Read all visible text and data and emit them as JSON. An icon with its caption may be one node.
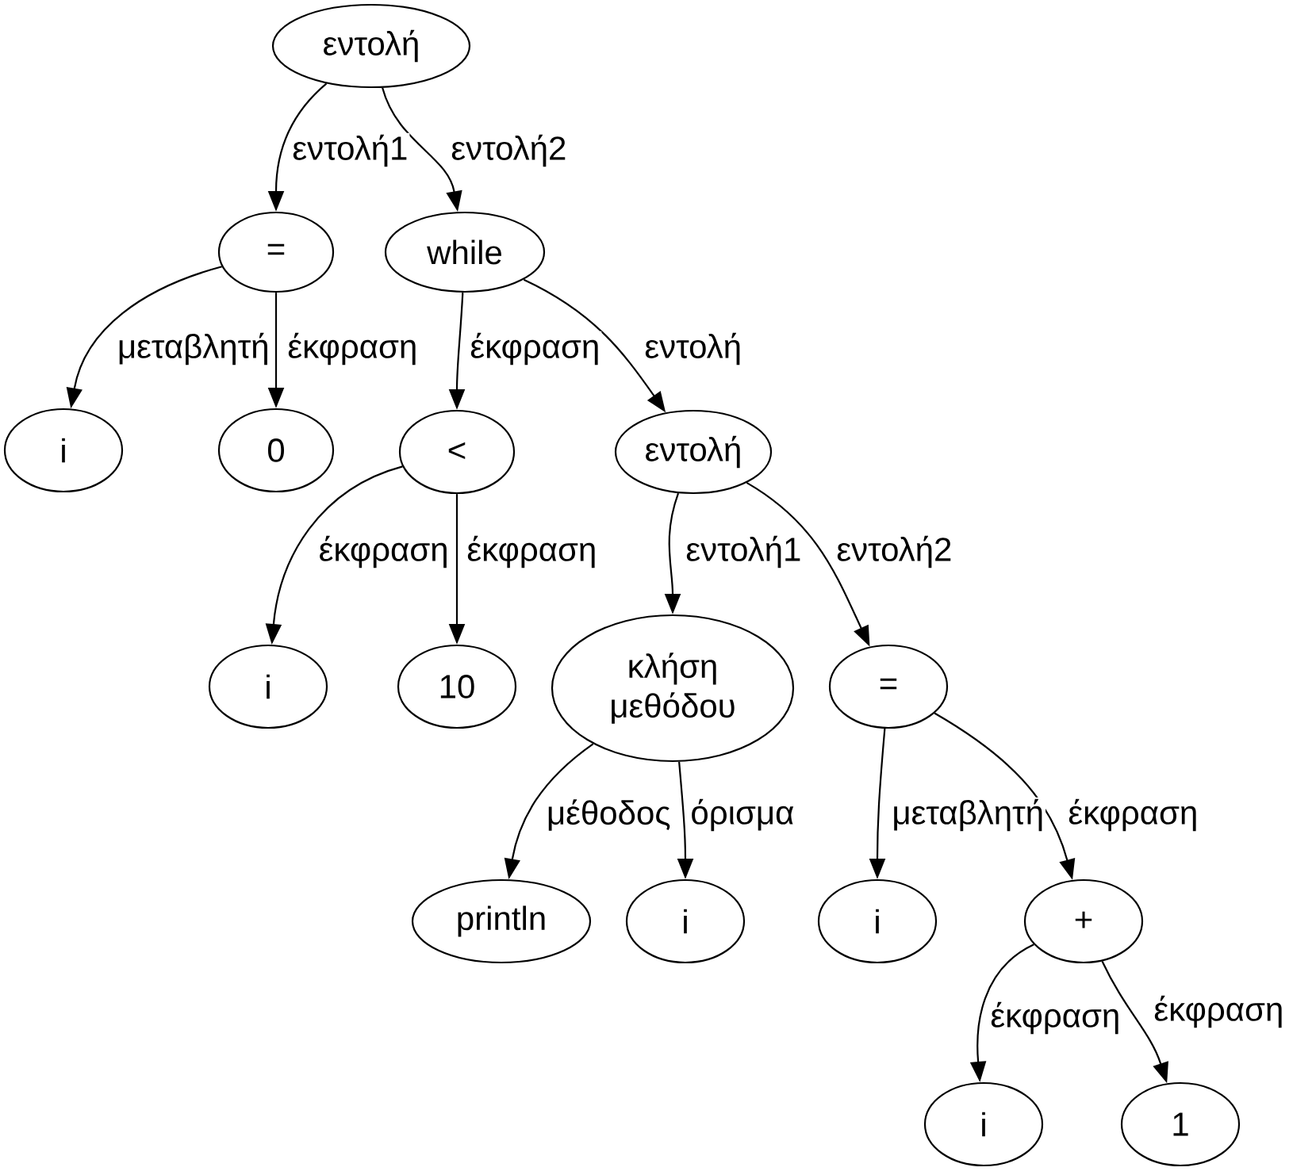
{
  "diagram": {
    "nodes": [
      {
        "text": [
          "εντολή"
        ]
      },
      {
        "text": [
          "="
        ]
      },
      {
        "text": [
          "while"
        ]
      },
      {
        "text": [
          "i"
        ]
      },
      {
        "text": [
          "0"
        ]
      },
      {
        "text": [
          "<"
        ]
      },
      {
        "text": [
          "εντολή"
        ]
      },
      {
        "text": [
          "i"
        ]
      },
      {
        "text": [
          "10"
        ]
      },
      {
        "text": [
          "κλήση μεθόδου"
        ]
      },
      {
        "text": [
          "="
        ]
      },
      {
        "text": [
          "println"
        ]
      },
      {
        "text": [
          "i"
        ]
      },
      {
        "text": [
          "i"
        ]
      },
      {
        "text": [
          "+"
        ]
      },
      {
        "text": [
          "i"
        ]
      },
      {
        "text": [
          "1"
        ]
      }
    ],
    "edges": [
      {
        "from": 0,
        "to": 1,
        "arrow": "to",
        "label": "εντολή1"
      },
      {
        "from": 0,
        "to": 2,
        "arrow": "to",
        "label": "εντολή2"
      },
      {
        "from": 1,
        "to": 3,
        "arrow": "to",
        "label": "μεταβλητή"
      },
      {
        "from": 1,
        "to": 4,
        "arrow": "to",
        "label": "έκφραση"
      },
      {
        "from": 2,
        "to": 5,
        "arrow": "to",
        "label": "έκφραση"
      },
      {
        "from": 2,
        "to": 6,
        "arrow": "to",
        "label": "εντολή"
      },
      {
        "from": 5,
        "to": 7,
        "arrow": "to",
        "label": "έκφραση"
      },
      {
        "from": 5,
        "to": 8,
        "arrow": "to",
        "label": "έκφραση"
      },
      {
        "from": 6,
        "to": 9,
        "arrow": "to",
        "label": "εντολή1"
      },
      {
        "from": 6,
        "to": 10,
        "arrow": "to",
        "label": "εντολή2"
      },
      {
        "from": 9,
        "to": 11,
        "arrow": "to",
        "label": "μέθοδος"
      },
      {
        "from": 9,
        "to": 12,
        "arrow": "to",
        "label": "όρισμα"
      },
      {
        "from": 10,
        "to": 13,
        "arrow": "to",
        "label": "μεταβλητή"
      },
      {
        "from": 10,
        "to": 14,
        "arrow": "to",
        "label": "έκφραση"
      },
      {
        "from": 14,
        "to": 15,
        "arrow": "to",
        "label": "έκφραση"
      },
      {
        "from": 14,
        "to": 16,
        "arrow": "to",
        "label": "έκφραση"
      }
    ]
  }
}
